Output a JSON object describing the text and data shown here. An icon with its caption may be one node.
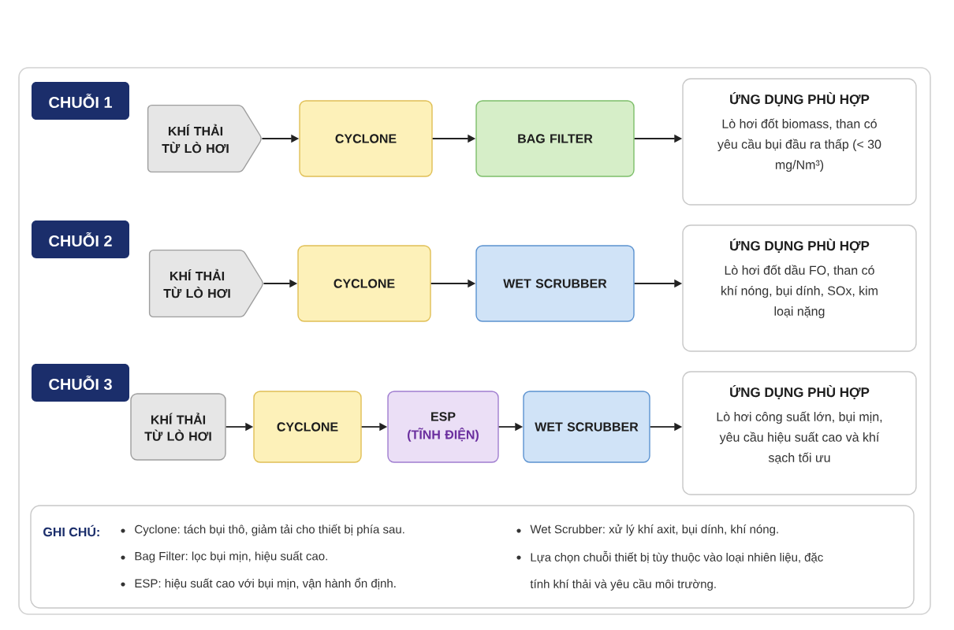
{
  "diagram": {
    "nodes": [
      {
        "text": [
          "CHUỖI 1"
        ]
      },
      {
        "text": [
          "KHÍ THẢI TỪ LÒ HƠI"
        ]
      },
      {
        "text": [
          "CYCLONE"
        ]
      },
      {
        "text": [
          "BAG FILTER"
        ]
      },
      {
        "text": [
          "ỨNG DỤNG PHÙ HỢP",
          "Lò hơi đốt biomass, than có yêu cầu bụi đầu ra thấp (< 30 mg/Nm³)"
        ]
      },
      {
        "text": [
          "CHUỖI 2"
        ]
      },
      {
        "text": [
          "KHÍ THẢI TỪ LÒ HƠI"
        ]
      },
      {
        "text": [
          "CYCLONE"
        ]
      },
      {
        "text": [
          "WET SCRUBBER"
        ]
      },
      {
        "text": [
          "ỨNG DỤNG PHÙ HỢP",
          "Lò hơi đốt dầu FO, than có khí nóng, bụi dính, SOx, kim loại nặng"
        ]
      },
      {
        "text": [
          "CHUỖI 3"
        ]
      },
      {
        "text": [
          "KHÍ THẢI TỪ LÒ HƠI"
        ]
      },
      {
        "text": [
          "CYCLONE"
        ]
      },
      {
        "text": [
          "ESP",
          "(TĨNH ĐIỆN)"
        ]
      },
      {
        "text": [
          "WET SCRUBBER"
        ]
      },
      {
        "text": [
          "ỨNG DỤNG PHÙ HỢP",
          "Lò hơi công suất lớn, bụi mịn, yêu cầu hiệu suất cao và khí sạch tối ưu"
        ]
      },
      {
        "text": [
          "GHI CHÚ:",
          "Cyclone: tách bụi thô, giảm tải cho thiết bị phía sau.",
          "Bag Filter: lọc bụi mịn, hiệu suất cao.",
          "ESP: hiệu suất cao với bụi mịn, vận hành ổn định.",
          "Wet Scrubber: xử lý khí axit, bụi dính, khí nóng.",
          "Lựa chọn chuỗi thiết bị tùy thuộc vào loại nhiên liệu, đặc tính khí thải và yêu cầu môi trường."
        ]
      }
    ],
    "edges": [
      {
        "from": 1,
        "to": 2,
        "arrow": "to"
      },
      {
        "from": 2,
        "to": 3,
        "arrow": "to"
      },
      {
        "from": 3,
        "to": 4,
        "arrow": "to"
      },
      {
        "from": 6,
        "to": 7,
        "arrow": "to"
      },
      {
        "from": 7,
        "to": 8,
        "arrow": "to"
      },
      {
        "from": 8,
        "to": 9,
        "arrow": "to"
      },
      {
        "from": 11,
        "to": 12,
        "arrow": "to"
      },
      {
        "from": 12,
        "to": 13,
        "arrow": "to"
      },
      {
        "from": 13,
        "to": 14,
        "arrow": "to"
      },
      {
        "from": 14,
        "to": 15,
        "arrow": "to"
      }
    ]
  }
}
